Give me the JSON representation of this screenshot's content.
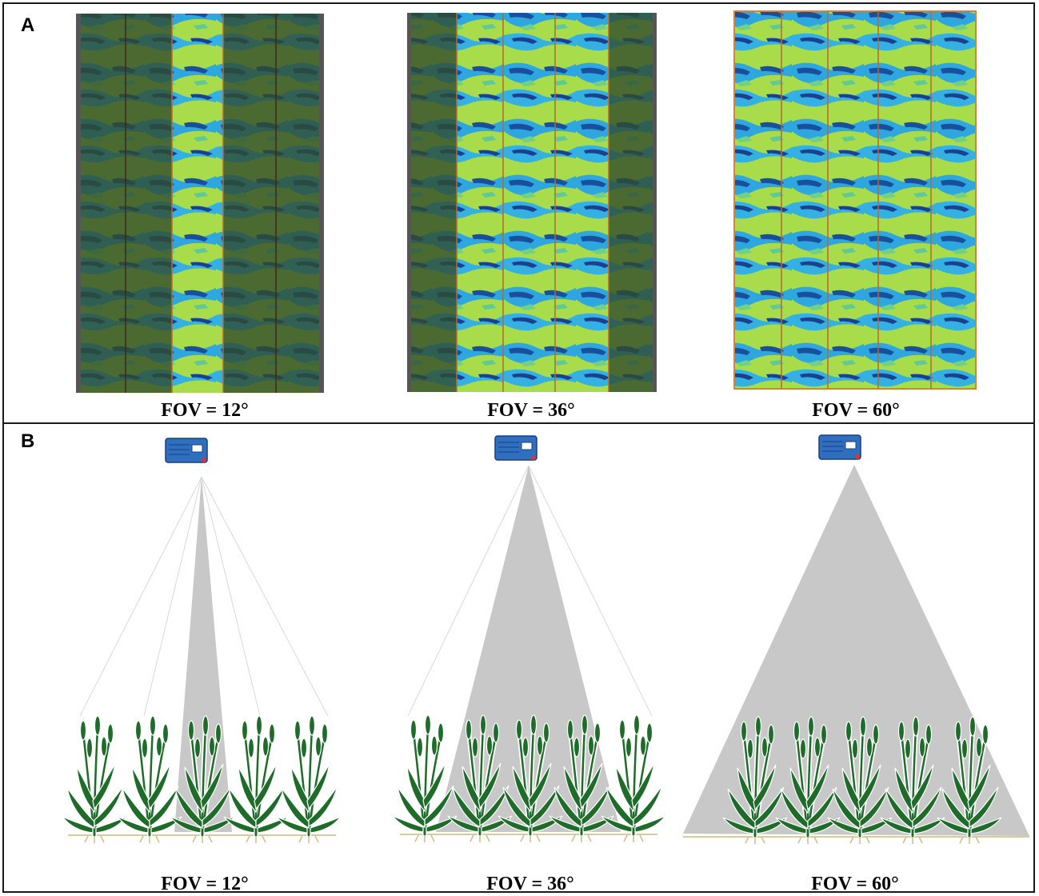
{
  "panels": {
    "a": {
      "letter": "A",
      "captions": [
        "FOV = 12°",
        "FOV = 36°",
        "FOV = 60°"
      ]
    },
    "b": {
      "letter": "B",
      "captions": [
        "FOV = 12°",
        "FOV = 36°",
        "FOV = 60°"
      ]
    }
  },
  "colors": {
    "canopy_bright": "#a9dc4a",
    "canopy_blue": "#2ea6df",
    "canopy_dark_blue": "#1a4f9c",
    "shadowed_strip": "#2f4a2c",
    "fov_cone": "#c8c8c8",
    "plant_green": "#1e6b2a",
    "sensor_blue": "#2e6fc0"
  },
  "icons": {
    "sensor": "sensor-icon",
    "plant": "wheat-plant-icon"
  }
}
